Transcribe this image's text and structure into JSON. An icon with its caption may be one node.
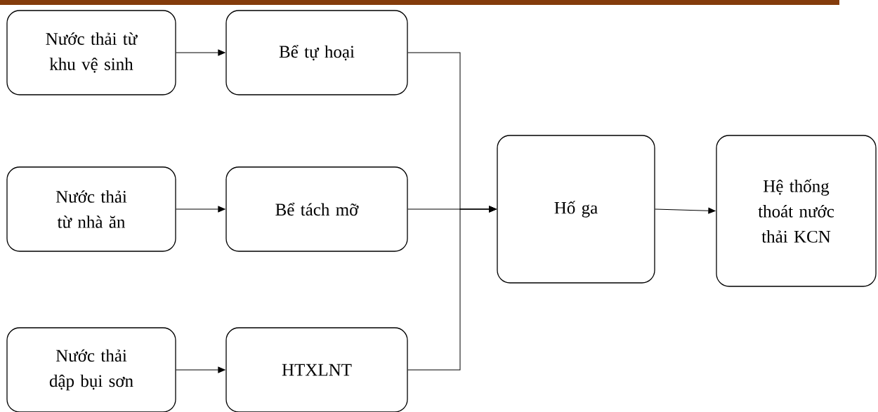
{
  "diagram": {
    "nodes": [
      {
        "text": [
          "Nước thải từ khu vệ sinh"
        ]
      },
      {
        "text": [
          "Bể tự hoại"
        ]
      },
      {
        "text": [
          "Nước thải từ nhà ăn"
        ]
      },
      {
        "text": [
          "Bể tách mỡ"
        ]
      },
      {
        "text": [
          "Nước thải dập bụi sơn"
        ]
      },
      {
        "text": [
          "HTXLNT"
        ]
      },
      {
        "text": [
          "Hố ga"
        ]
      },
      {
        "text": [
          "Hệ thống thoát nước thải KCN"
        ]
      }
    ],
    "edges": [
      {
        "from": 0,
        "to": 1,
        "arrow": "to"
      },
      {
        "from": 2,
        "to": 3,
        "arrow": "to"
      },
      {
        "from": 4,
        "to": 5,
        "arrow": "to"
      },
      {
        "from": 1,
        "to": 6,
        "arrow": "to"
      },
      {
        "from": 3,
        "to": 6,
        "arrow": "to"
      },
      {
        "from": 5,
        "to": 6,
        "arrow": "to"
      },
      {
        "from": 6,
        "to": 7,
        "arrow": "to"
      }
    ]
  }
}
